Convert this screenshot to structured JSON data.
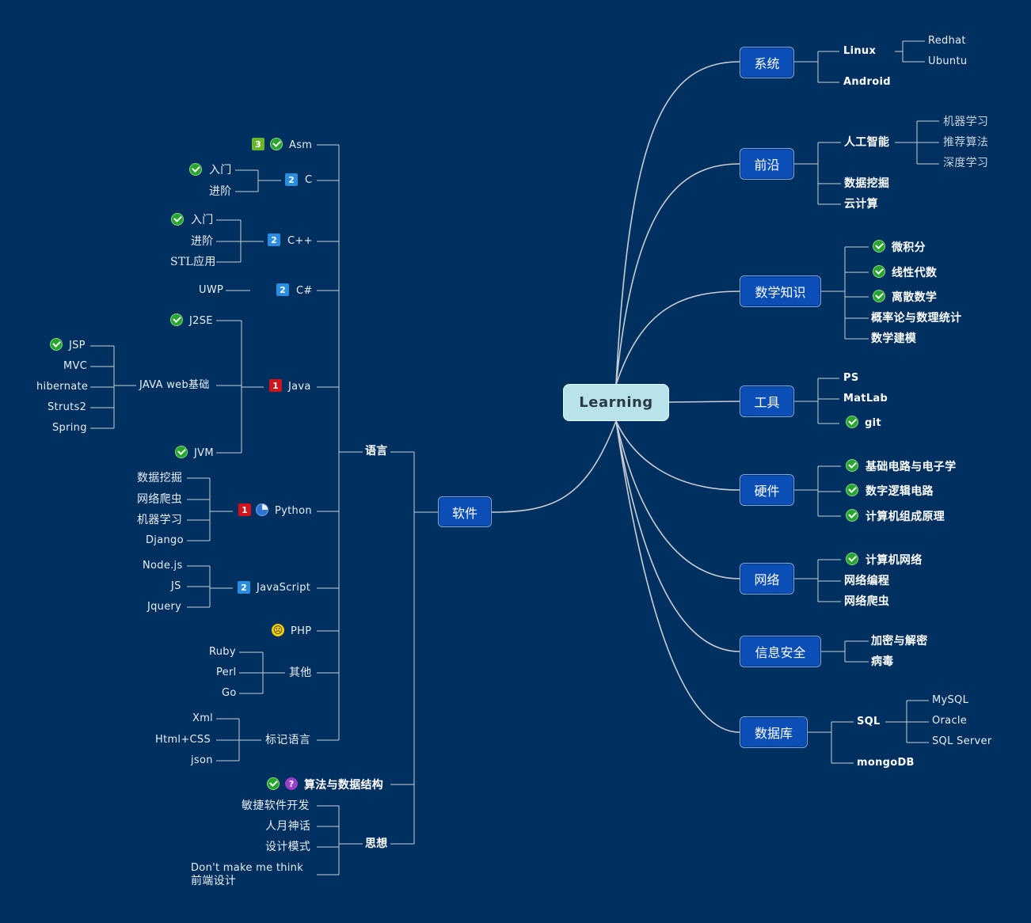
{
  "root": "Learning",
  "left": {
    "branch": "软件",
    "groups": {
      "lang": "语言",
      "algo": "算法与数据结构",
      "thought": "思想"
    },
    "languages": {
      "asm": "Asm",
      "c": "C",
      "c_children": [
        "入门",
        "进阶"
      ],
      "cpp": "C++",
      "cpp_children": [
        "入门",
        "进阶",
        "STL应用"
      ],
      "csharp": "C#",
      "csharp_children": [
        "UWP"
      ],
      "java": "Java",
      "java_children": [
        "J2SE",
        "JAVA web基础",
        "JVM"
      ],
      "javaweb_children": [
        "JSP",
        "MVC",
        "hibernate",
        "Struts2",
        "Spring"
      ],
      "python": "Python",
      "python_children": [
        "数据挖掘",
        "网络爬虫",
        "机器学习",
        "Django"
      ],
      "javascript": "JavaScript",
      "js_children": [
        "Node.js",
        "JS",
        "Jquery"
      ],
      "php": "PHP",
      "other": "其他",
      "other_children": [
        "Ruby",
        "Perl",
        "Go"
      ],
      "markup": "标记语言",
      "markup_children": [
        "Xml",
        "Html+CSS",
        "json"
      ]
    },
    "thoughts": [
      "敏捷软件开发",
      "人月神话",
      "设计模式",
      "Don't make me think",
      "前端设计"
    ]
  },
  "right": {
    "system": {
      "label": "系统",
      "children": [
        "Linux",
        "Android"
      ],
      "linux_children": [
        "Redhat",
        "Ubuntu"
      ]
    },
    "frontier": {
      "label": "前沿",
      "children": [
        "人工智能",
        "数据挖掘",
        "云计算"
      ],
      "ai_children": [
        "机器学习",
        "推荐算法",
        "深度学习"
      ]
    },
    "math": {
      "label": "数学知识",
      "children": [
        "微积分",
        "线性代数",
        "离散数学",
        "概率论与数理统计",
        "数学建模"
      ]
    },
    "tools": {
      "label": "工具",
      "children": [
        "PS",
        "MatLab",
        "git"
      ]
    },
    "hardware": {
      "label": "硬件",
      "children": [
        "基础电路与电子学",
        "数字逻辑电路",
        "计算机组成原理"
      ]
    },
    "network": {
      "label": "网络",
      "children": [
        "计算机网络",
        "网络编程",
        "网络爬虫"
      ]
    },
    "security": {
      "label": "信息安全",
      "children": [
        "加密与解密",
        "病毒"
      ]
    },
    "database": {
      "label": "数据库",
      "children": [
        "SQL",
        "mongoDB"
      ],
      "sql_children": [
        "MySQL",
        "Oracle",
        "SQL Server"
      ]
    }
  },
  "icons": {
    "priority1": "1",
    "priority2": "2",
    "priority3": "3",
    "question": "?",
    "sad": "☹"
  },
  "colors": {
    "background": "#00305f",
    "topic_box": "#0b4fb6",
    "root_box": "#b9e3ea",
    "line": "#c9cfd6"
  }
}
